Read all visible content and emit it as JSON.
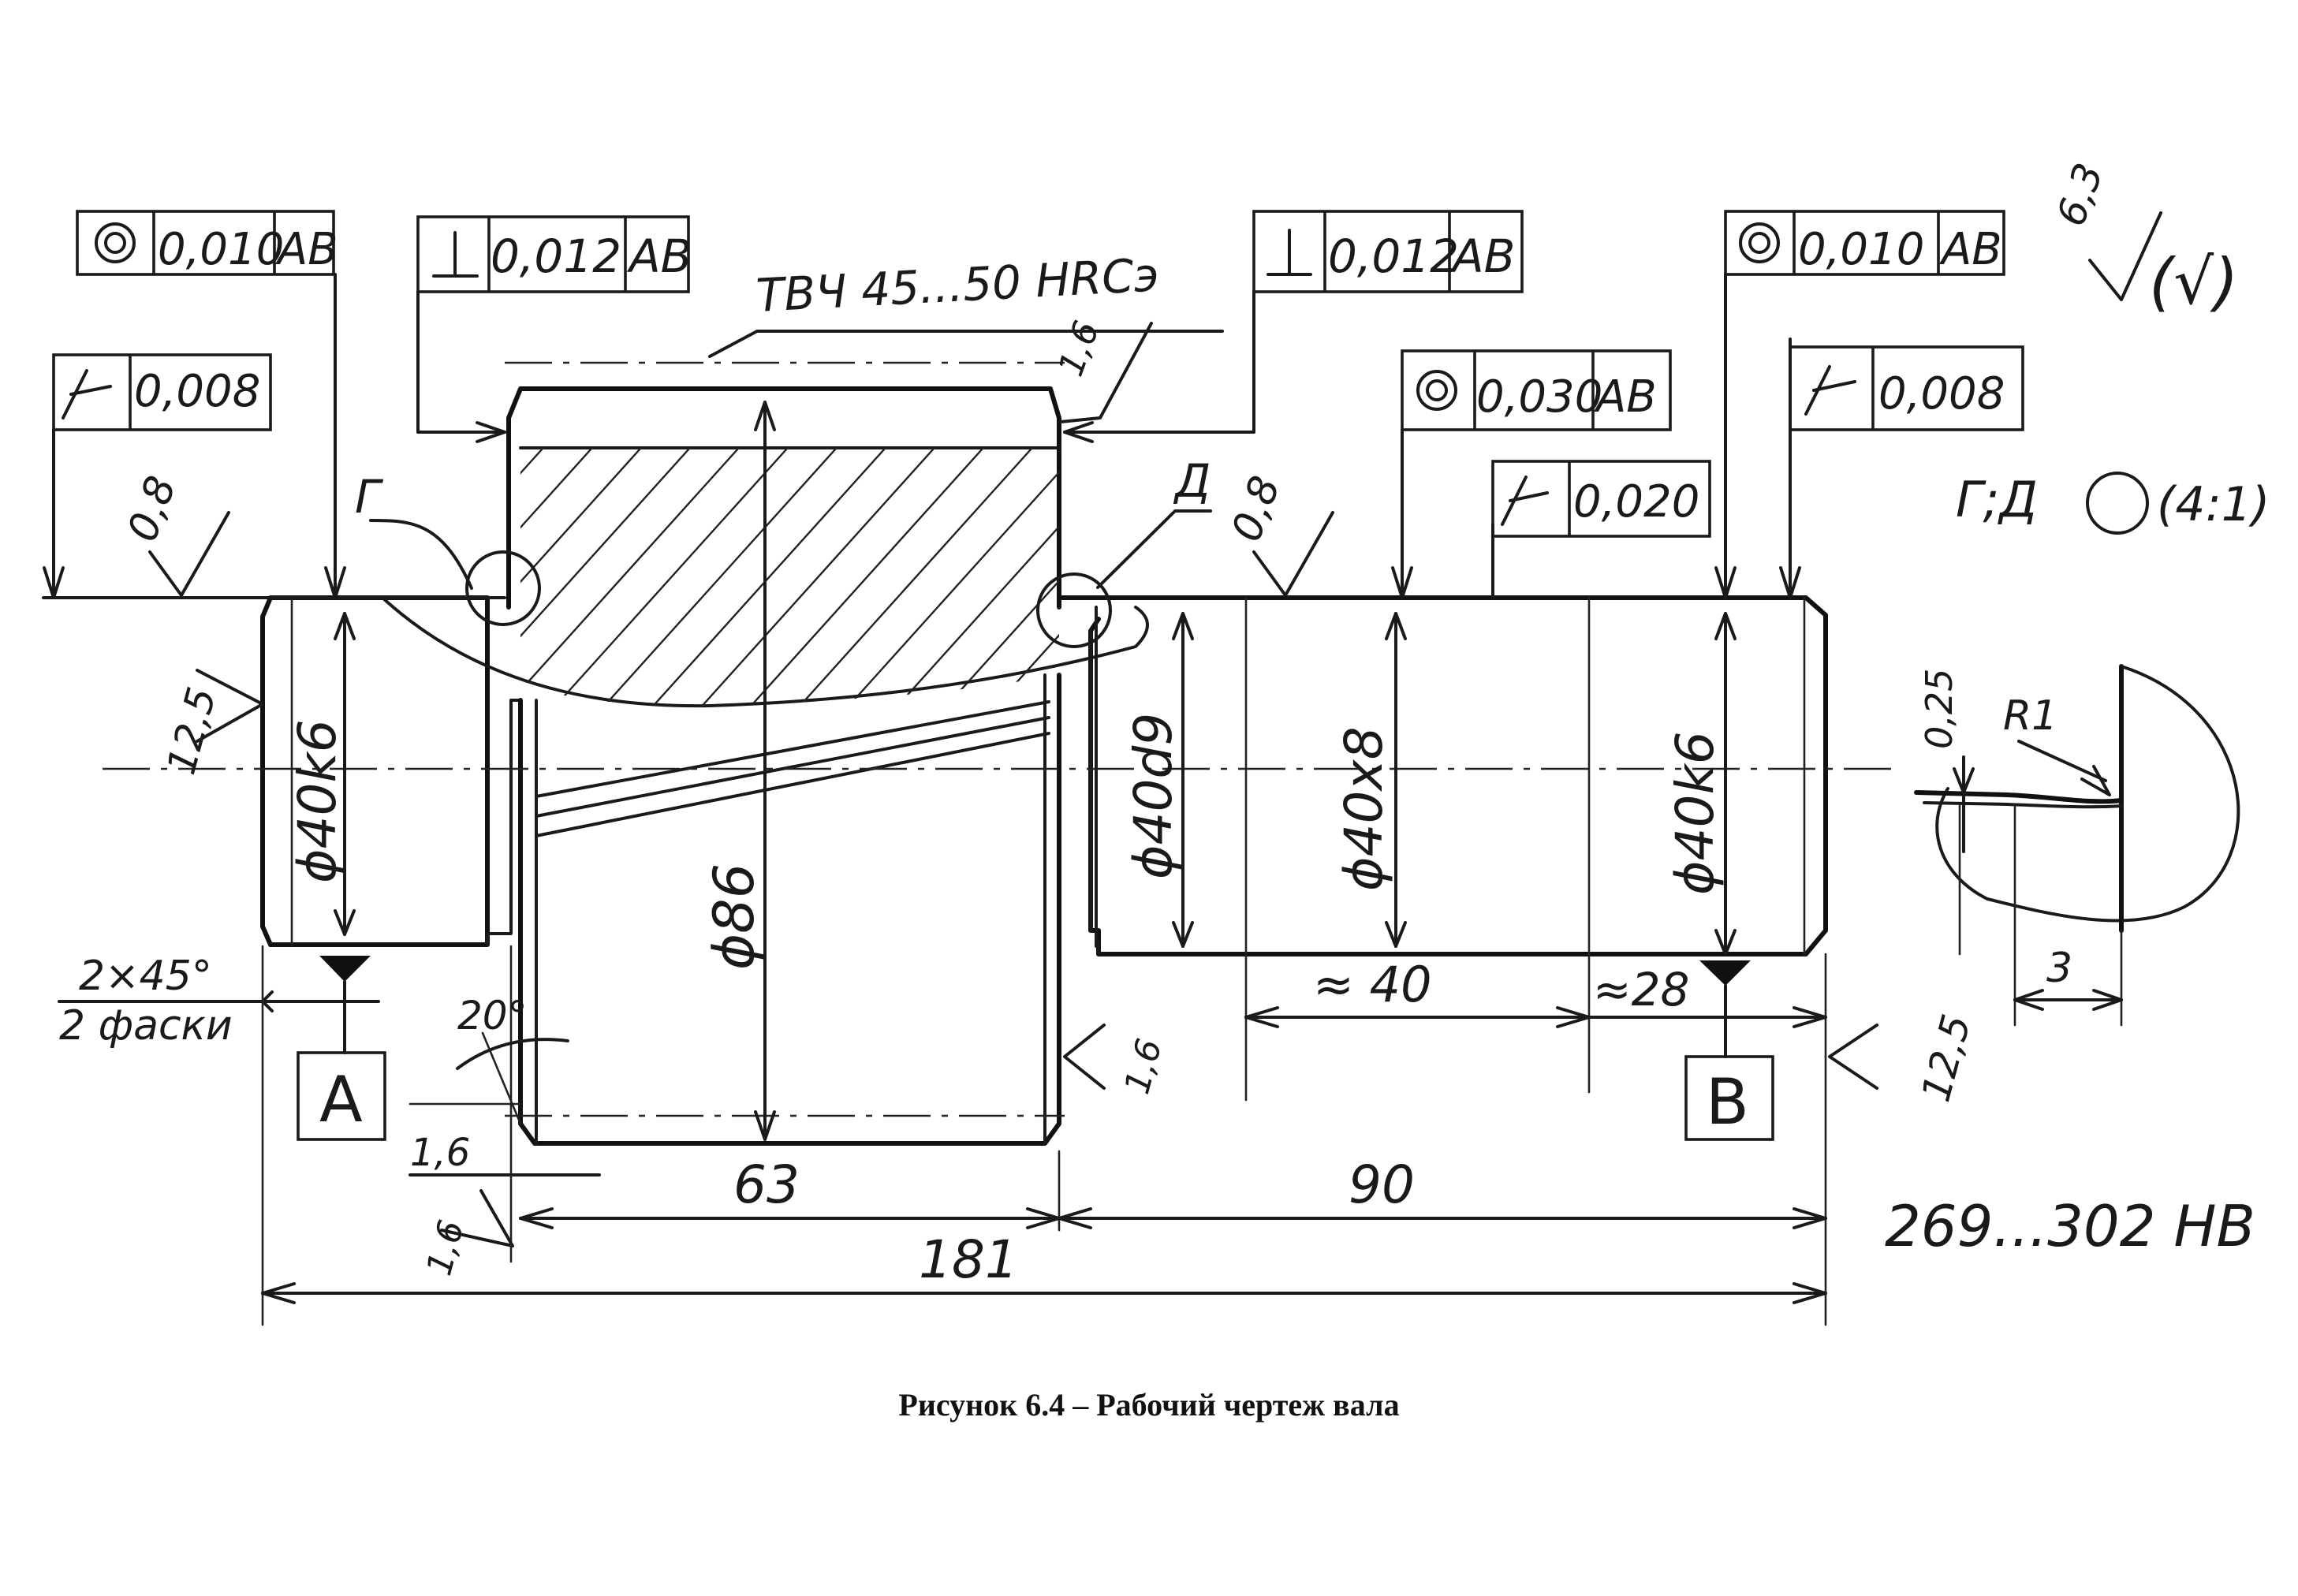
{
  "caption": "Рисунок 6.4 – Рабочий чертеж вала",
  "frames": {
    "f1": {
      "value": "0,010",
      "datum": "AB"
    },
    "f2": {
      "value": "0,012",
      "datum": "AB"
    },
    "f3": {
      "value": "0,012",
      "datum": "AB"
    },
    "f4": {
      "value": "0,010",
      "datum": "AB"
    },
    "f5": {
      "value": "0,008"
    },
    "f6": {
      "value": "0,030",
      "datum": "AB"
    },
    "f7": {
      "value": "0,008"
    },
    "f8": {
      "value": "0,020"
    }
  },
  "notes": {
    "hardening": "ТВЧ 45...50 HRCэ",
    "rough_general": "6,3",
    "rough_paren": "(√)",
    "detail_view": "Г;Д",
    "detail_scale": "(4:1)",
    "hardness": "269...302 НВ",
    "chamfer_size": "2×45°",
    "chamfer_count": "2 фаски",
    "detail_g": "Г",
    "detail_d": "Д"
  },
  "roughness": {
    "r1": "0,8",
    "r2": "0,8",
    "r3": "1,6",
    "r4": "12,5",
    "r5": "1,6",
    "r6": "1,6",
    "r7": "1,6",
    "r8": "12,5"
  },
  "diameters": {
    "d1": "ϕ40k6",
    "d2": "ϕ86",
    "d3": "ϕ40d9",
    "d4": "ϕ40x8",
    "d5": "ϕ40k6"
  },
  "dimensions": {
    "len_63": "63",
    "len_90": "90",
    "len_181": "181",
    "len_40": "≈ 40",
    "len_28": "≈28",
    "angle": "20°",
    "groove_depth": "0,25",
    "groove_radius": "R1",
    "groove_width": "3"
  },
  "datums": {
    "a": "A",
    "b": "B"
  }
}
